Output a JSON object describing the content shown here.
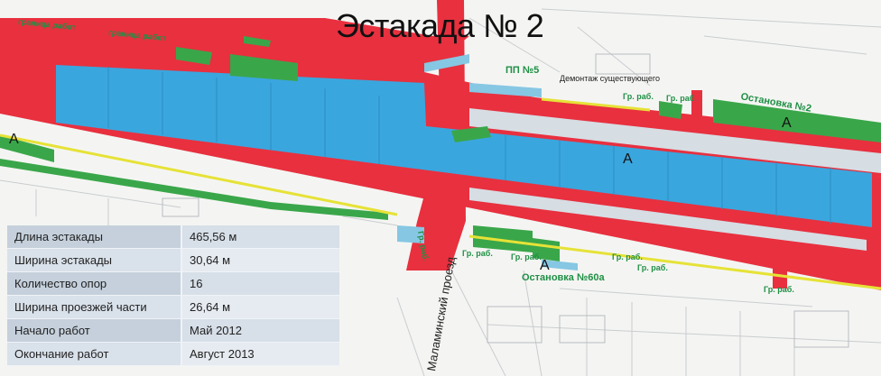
{
  "title": "Эстакада № 2",
  "labels": {
    "granica_rabot": "граница работ",
    "granica_rabot_2": "граница работ",
    "pp": "ПП №5",
    "demontazh": "Демонтаж существующего",
    "gr_rab_1": "Гр. раб.",
    "gr_rab_2": "Гр. раб.",
    "gr_rab_3": "Гр. раб.",
    "gr_rab_4": "Гр. раб.",
    "gr_rab_5": "Гр. раб.",
    "gr_rab_6": "Гр. раб.",
    "gr_rab_7": "Гр. раб.",
    "gr_rab_8": "Гр. раб.",
    "ostanovka_2": "Остановка №2",
    "ostanovka_60a": "Остановка №60а",
    "mark_a": "A",
    "mark_a_2": "A",
    "mark_a_3": "A",
    "mark_a_4": "A",
    "street": "Маламинский проезд"
  },
  "info_table": [
    {
      "key": "Длина эстакады",
      "value": "465,56 м"
    },
    {
      "key": "Ширина эстакады",
      "value": "30,64 м"
    },
    {
      "key": "Количество опор",
      "value": "16"
    },
    {
      "key": "Ширина проезжей части",
      "value": "26,64 м"
    },
    {
      "key": "Начало работ",
      "value": "Май 2012"
    },
    {
      "key": "Окончание работ",
      "value": "Август 2013"
    }
  ],
  "colors": {
    "road": "#e8303f",
    "overpass": "#3aa6de",
    "green_area": "#3aa64a",
    "yellow_line": "#e6e237",
    "background": "#f4f5f2"
  }
}
